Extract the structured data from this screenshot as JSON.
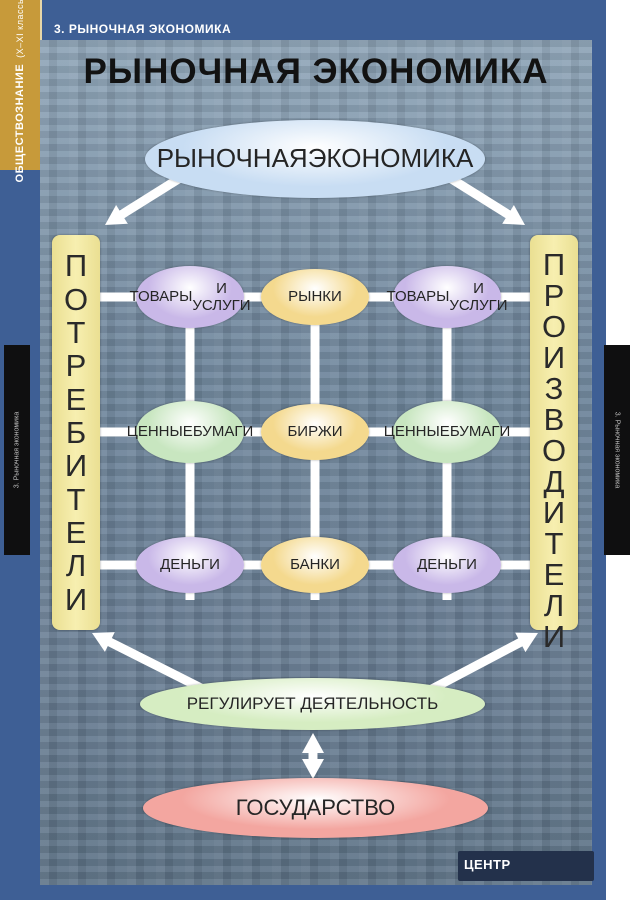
{
  "header": {
    "topbar_label": "3. РЫНОЧНАЯ ЭКОНОМИКА",
    "title": "РЫНОЧНАЯ ЭКОНОМИКА"
  },
  "spine": {
    "subject": "ОБЩЕСТВОЗНАНИЕ",
    "grades": "(X–XI классы)"
  },
  "side_tabs": {
    "left": "3. Рыночная экономика",
    "right": "3. Рыночная экономика"
  },
  "diagram": {
    "top_node": [
      "РЫНОЧНАЯ",
      "ЭКОНОМИКА"
    ],
    "left_actor": [
      "П",
      "О",
      "Т",
      "Р",
      "Е",
      "Б",
      "И",
      "Т",
      "Е",
      "Л",
      "И"
    ],
    "right_actor": [
      "П",
      "Р",
      "О",
      "И",
      "З",
      "В",
      "О",
      "Д",
      "И",
      "Т",
      "Е",
      "Л",
      "И"
    ],
    "grid": [
      [
        {
          "lines": [
            "ТОВАРЫ",
            "И УСЛУГИ"
          ],
          "color": "#c9b8e8"
        },
        {
          "lines": [
            "РЫНКИ"
          ],
          "color": "#f4d98e"
        },
        {
          "lines": [
            "ТОВАРЫ",
            "И УСЛУГИ"
          ],
          "color": "#c9b8e8"
        }
      ],
      [
        {
          "lines": [
            "ЦЕННЫЕ",
            "БУМАГИ"
          ],
          "color": "#c8e6c0"
        },
        {
          "lines": [
            "БИРЖИ"
          ],
          "color": "#f4d98e"
        },
        {
          "lines": [
            "ЦЕННЫЕ",
            "БУМАГИ"
          ],
          "color": "#c8e6c0"
        }
      ],
      [
        {
          "lines": [
            "ДЕНЬГИ"
          ],
          "color": "#c9b8e8"
        },
        {
          "lines": [
            "БАНКИ"
          ],
          "color": "#f4d98e"
        },
        {
          "lines": [
            "ДЕНЬГИ"
          ],
          "color": "#c9b8e8"
        }
      ]
    ],
    "regulator": "РЕГУЛИРУЕТ ДЕЯТЕЛЬНОСТЬ",
    "state": "ГОСУДАРСТВО"
  },
  "footer": {
    "logo": "ЦЕНТР"
  },
  "colors": {
    "frame": "#3e5f95",
    "spine": "#c79a3a",
    "top_node": "#c8ddf3",
    "actor_bar": "#f7efb0",
    "regulator": "#d6edc2",
    "state": "#f3a6a0",
    "connector": "#ffffff"
  }
}
